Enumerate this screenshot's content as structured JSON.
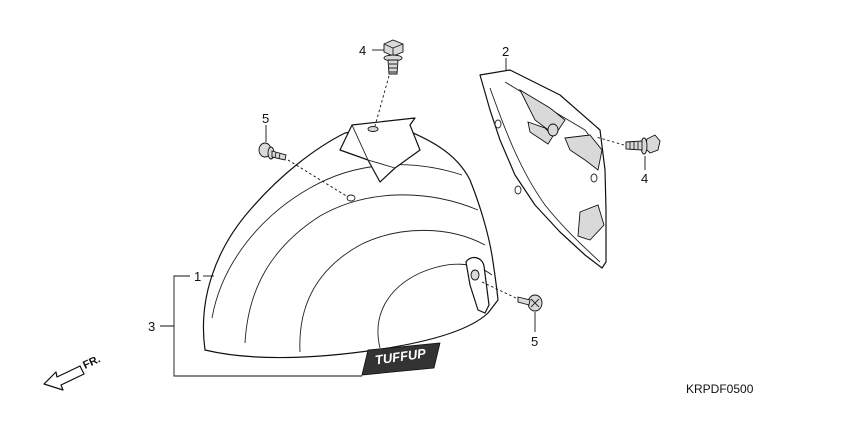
{
  "diagram": {
    "labels": {
      "fender": "1",
      "inner_cover": "2",
      "assembly": "3",
      "bolt_top": "4",
      "bolt_right": "4",
      "screw_left": "5",
      "screw_right": "5"
    },
    "emblem_text": "TUFFUP",
    "direction_text": "FR.",
    "drawing_code": "KRPDF0500"
  }
}
